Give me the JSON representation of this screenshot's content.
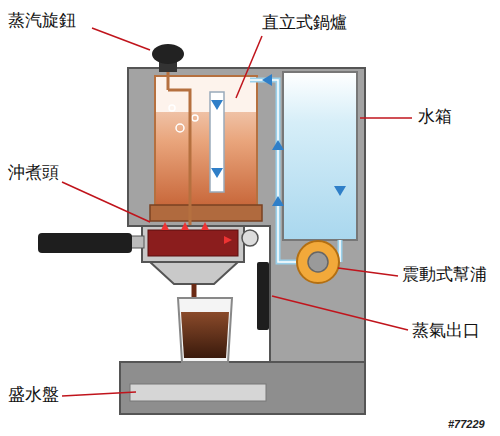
{
  "diagram": {
    "labels": [
      "蒸汽旋鈕",
      "直立式鍋爐",
      "水箱",
      "沖煮頭",
      "震動式幫浦",
      "蒸氣出口",
      "盛水盤",
      "#77229"
    ]
  }
}
